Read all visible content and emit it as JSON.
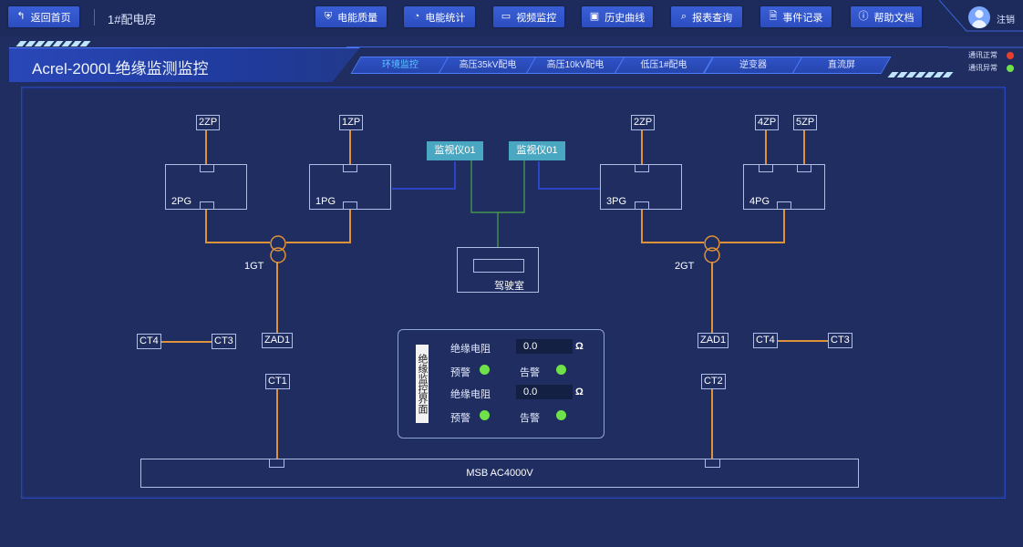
{
  "topbar": {
    "back_label": "返回首页",
    "location": "1#配电房",
    "nav_buttons": [
      {
        "label": "电能质量",
        "icon": "shield-icon"
      },
      {
        "label": "电能统计",
        "icon": "pie-chart-icon"
      },
      {
        "label": "视频监控",
        "icon": "video-camera-icon"
      },
      {
        "label": "历史曲线",
        "icon": "chart-icon"
      },
      {
        "label": "报表查询",
        "icon": "search-icon"
      },
      {
        "label": "事件记录",
        "icon": "document-icon"
      },
      {
        "label": "帮助文档",
        "icon": "help-icon"
      }
    ],
    "logout_label": "注销"
  },
  "header": {
    "title": "Acrel-2000L绝缘监测监控",
    "tabs": [
      {
        "label": "环境监控",
        "active": true
      },
      {
        "label": "高压35kV配电",
        "active": false
      },
      {
        "label": "高压10kV配电",
        "active": false
      },
      {
        "label": "低压1#配电",
        "active": false
      },
      {
        "label": "逆变器",
        "active": false
      },
      {
        "label": "直流屏",
        "active": false
      }
    ],
    "status": [
      {
        "label": "通讯正常",
        "color": "#e8402e"
      },
      {
        "label": "通讯异常",
        "color": "#6fe24a"
      }
    ]
  },
  "diagram": {
    "zp": [
      "2ZP",
      "1ZP",
      "2ZP",
      "4ZP",
      "5ZP"
    ],
    "pg": [
      "2PG",
      "1PG",
      "3PG",
      "4PG"
    ],
    "monitors": [
      "监视仪01",
      "监视仪01"
    ],
    "transformers": [
      "1GT",
      "2GT"
    ],
    "cabin": "驾驶室",
    "zad": [
      "ZAD1",
      "ZAD1"
    ],
    "ct_left": [
      "CT4",
      "CT3",
      "CT1"
    ],
    "ct_right": [
      "CT4",
      "CT3",
      "CT2"
    ],
    "msb": "MSB AC4000V",
    "colors": {
      "power_line": "#e0923a",
      "comm_line_blue": "#2b45c8",
      "comm_line_green": "#4aa84a"
    }
  },
  "insulation_panel": {
    "title": "绝缘监控界面",
    "rows": [
      {
        "label": "绝缘电阻",
        "value": "0.0",
        "unit": "Ω",
        "warn_label": "预警",
        "alarm_label": "告警"
      },
      {
        "label": "绝缘电阻",
        "value": "0.0",
        "unit": "Ω",
        "warn_label": "预警",
        "alarm_label": "告警"
      }
    ]
  }
}
